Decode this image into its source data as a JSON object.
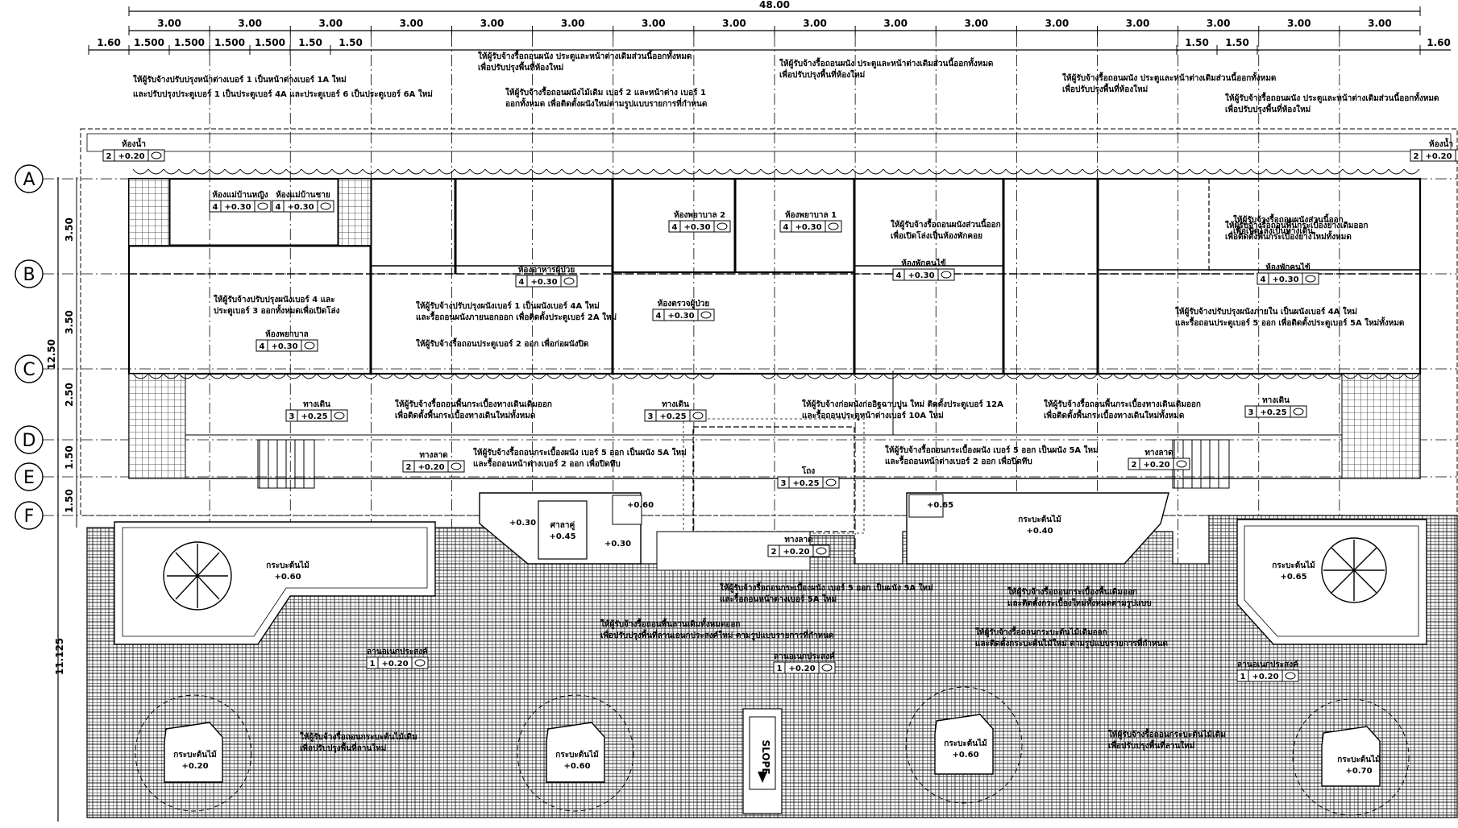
{
  "dimensions": {
    "overall": "48.00",
    "top_row": [
      "3.00",
      "3.00",
      "3.00",
      "3.00",
      "3.00",
      "3.00",
      "3.00",
      "3.00",
      "3.00",
      "3.00",
      "3.00",
      "3.00",
      "3.00",
      "3.00",
      "3.00",
      "3.00"
    ],
    "sub_row_left": [
      "1.60",
      "1.500",
      "1.500",
      "1.500",
      "1.500",
      "1.50",
      "1.50"
    ],
    "sub_row_right": [
      "1.50",
      "1.50",
      "1.60"
    ],
    "left_vertical": [
      "3.50",
      "3.50",
      "2.50",
      "1.50",
      "1.50"
    ],
    "left_total": "12.50",
    "left_bottom": "11.125"
  },
  "axes": [
    "A",
    "B",
    "C",
    "D",
    "E",
    "F"
  ],
  "rooms": [
    {
      "name": "ห้องน้ำ",
      "code": "2",
      "level": "+0.20"
    },
    {
      "name": "ห้องแม่บ้านหญิง",
      "code": "4",
      "level": "+0.30"
    },
    {
      "name": "ห้องแม่บ้านชาย",
      "code": "4",
      "level": "+0.30"
    },
    {
      "name": "ห้องอาหารผู้ป่วย",
      "code": "4",
      "level": "+0.30"
    },
    {
      "name": "ห้องพยาบาล",
      "code": "4",
      "level": "+0.30"
    },
    {
      "name": "ห้องพยาบาล 2",
      "code": "4",
      "level": "+0.30"
    },
    {
      "name": "ห้องพยาบาล 1",
      "code": "4",
      "level": "+0.30"
    },
    {
      "name": "ห้องพักคนไข้",
      "code": "4",
      "level": "+0.30"
    },
    {
      "name": "ห้องพักคนไข้",
      "code": "4",
      "level": "+0.30"
    },
    {
      "name": "ห้องตรวจผู้ป่วย",
      "code": "4",
      "level": "+0.30"
    },
    {
      "name": "ห้องน้ำ",
      "code": "2",
      "level": "+0.20"
    },
    {
      "name": "ทางเดิน",
      "code": "3",
      "level": "+0.25"
    },
    {
      "name": "ทางเดิน",
      "code": "3",
      "level": "+0.25"
    },
    {
      "name": "ทางเดิน",
      "code": "3",
      "level": "+0.25"
    },
    {
      "name": "ทางลาด",
      "code": "2",
      "level": "+0.20"
    },
    {
      "name": "โถง",
      "code": "3",
      "level": "+0.25"
    },
    {
      "name": "ทางลาด",
      "code": "2",
      "level": "+0.20"
    },
    {
      "name": "ทางลาด",
      "code": "2",
      "level": "+0.20"
    },
    {
      "name": "ลานอเนกประสงค์",
      "code": "1",
      "level": "+0.20"
    },
    {
      "name": "ลานอเนกประสงค์",
      "code": "1",
      "level": "+0.20"
    },
    {
      "name": "ลานอเนกประสงค์",
      "code": "1",
      "level": "+0.20"
    }
  ],
  "planters": [
    {
      "name": "กระบะต้นไม้",
      "level": "+0.60"
    },
    {
      "name": "กระบะต้นไม้",
      "level": "+0.65"
    },
    {
      "name": "กระบะต้นไม้",
      "level": "+0.40"
    },
    {
      "name": "ศาลาคู่",
      "level": "+0.45"
    },
    {
      "name": "กระบะต้นไม้",
      "level": "+0.20"
    },
    {
      "name": "กระบะต้นไม้",
      "level": "+0.60"
    },
    {
      "name": "กระบะต้นไม้",
      "level": "+0.60"
    },
    {
      "name": "กระบะต้นไม้",
      "level": "+0.70"
    }
  ],
  "levels_misc": [
    "+0.30",
    "+0.30",
    "+0.60",
    "+0.65"
  ],
  "slope": "SLOPE",
  "notes": [
    "ให้ผู้รับจ้างปรับปรุงหน้าต่างเบอร์ 1 เป็นหน้าต่างเบอร์ 1A ใหม่",
    "และปรับปรุงประตูเบอร์ 1 เป็นประตูเบอร์ 4A และประตูเบอร์ 6 เป็นประตูเบอร์ 6A ใหม่",
    "ให้ผู้รับจ้างรื้อถอนผนัง ประตูและหน้าต่างเดิมส่วนนี้ออกทั้งหมด",
    "เพื่อปรับปรุงพื้นที่ห้องใหม่",
    "ให้ผู้รับจ้างรื้อถอนผนังไม้เดิม เบอร์ 2 และหน้าต่าง เบอร์ 1",
    "ออกทั้งหมด เพื่อติดตั้งผนังใหม่ตามรูปแบบรายการที่กำหนด",
    "ให้ผู้รับจ้างรื้อถอนผนัง ประตูและหน้าต่างเดิมส่วนนี้ออกทั้งหมด",
    "เพื่อปรับปรุงพื้นที่ห้องใหม่",
    "ให้ผู้รับจ้างรื้อถอนผนัง ประตูและหน้าต่างเดิมส่วนนี้ออกทั้งหมด",
    "เพื่อปรับปรุงพื้นที่ห้องใหม่",
    "ให้ผู้รับจ้างรื้อถอนผนัง ประตูและหน้าต่างเดิมส่วนนี้ออกทั้งหมด",
    "เพื่อปรับปรุงพื้นที่ห้องใหม่",
    "ให้ผู้รับจ้างรื้อถอนผนังส่วนนี้ออก",
    "เพื่อเปิดโล่งเป็นทางเดิน",
    "ให้ผู้รับจ้างรื้อถอนผนังส่วนนี้ออก",
    "เพื่อเปิดโล่งเป็นห้องพักคอย",
    "ให้ผู้รับจ้างรื้อถอนพื้นกระเบื้องยางเดิมออก",
    "เพื่อติดตั้งพื้นกระเบื้องยางใหม่ทั้งหมด",
    "ให้ผู้รับจ้างปรับปรุงผนังเบอร์ 4 และ",
    "ประตูเบอร์ 3 ออกทั้งหมดเพื่อเปิดโล่ง",
    "ให้ผู้รับจ้างปรับปรุงผนังเบอร์ 1 เป็นผนังเบอร์ 4A ใหม่",
    "และรื้อถอนผนังภายนอกออก เพื่อติดตั้งประตูเบอร์ 2A ใหม่",
    "ให้ผู้รับจ้างรื้อถอนประตูเบอร์ 2 ออก เพื่อก่อผนังปิด",
    "ให้ผู้รับจ้างปรับปรุงผนังภายใน เป็นผนังเบอร์ 4A ใหม่",
    "และรื้อถอนประตูเบอร์ 5 ออก เพื่อติดตั้งประตูเบอร์ 5A ใหม่ทั้งหมด",
    "ให้ผู้รับจ้างรื้อถอนพื้นกระเบื้องทางเดินเดิมออก",
    "เพื่อติดตั้งพื้นกระเบื้องทางเดินใหม่ทั้งหมด",
    "ให้ผู้รับจ้างก่อผนังก่ออิฐฉาบปูน ใหม่ ติดตั้งประตูเบอร์ 12A",
    "และรื้อถอนประตูหน้าต่างเบอร์ 10A ใหม่",
    "ให้ผู้รับจ้างรื้อถอนพื้นกระเบื้องทางเดินเดิมออก",
    "เพื่อติดตั้งพื้นกระเบื้องทางเดินใหม่ทั้งหมด",
    "ให้ผู้รับจ้างรื้อถอนกระเบื้องผนัง เบอร์ 5 ออก เป็นผนัง 5A ใหม่",
    "และรื้อถอนหน้าต่างเบอร์ 2 ออก เพื่อปิดทึบ",
    "ให้ผู้รับจ้างรื้อถอนกระเบื้องผนัง เบอร์ 5 ออก เป็นผนัง 5A ใหม่",
    "และรื้อถอนหน้าต่างเบอร์ 2 ออก เพื่อปิดทึบ",
    "ให้ผู้รับจ้างรื้อถอนกระเบื้องผนัง เบอร์ 5 ออก เป็นผนัง 5A ใหม่",
    "และรื้อถอนหน้าต่างเบอร์ 5A ใหม่",
    "ให้ผู้รับจ้างรื้อถอนพื้นลานเดิมทั้งหมดออก",
    "เพื่อปรับปรุงพื้นที่ลานเอนกประสงค์ใหม่ ตามรูปแบบรายการที่กำหนด",
    "ให้ผู้รับจ้างรื้อถอนกระเบื้องพื้นเดิมออก",
    "และติดตั้งกระเบื้องใหม่ทั้งหมดตามรูปแบบ",
    "ให้ผู้รับจ้างรื้อถอนกระบะต้นไม้เดิม",
    "เพื่อปรับปรุงพื้นที่ลานใหม่",
    "ให้ผู้รับจ้างรื้อถอนกระบะต้นไม้เดิมออก",
    "และติดตั้งกระบะต้นไม้ใหม่ ตามรูปแบบรายการที่กำหนด",
    "ให้ผู้รับจ้างรื้อถอนกระบะต้นไม้เดิม",
    "เพื่อปรับปรุงพื้นที่ลานใหม่"
  ]
}
